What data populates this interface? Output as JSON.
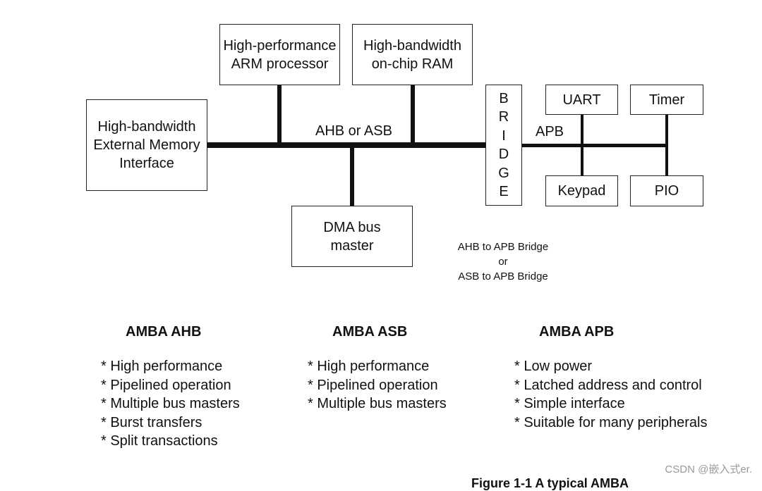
{
  "blocks": {
    "arm": "High-performance\nARM processor",
    "ram": "High-bandwidth\non-chip RAM",
    "ext_mem": "High-bandwidth\nExternal Memory\nInterface",
    "dma": "DMA bus\nmaster",
    "uart": "UART",
    "timer": "Timer",
    "keypad": "Keypad",
    "pio": "PIO",
    "bridge_letters": [
      "B",
      "R",
      "I",
      "D",
      "G",
      "E"
    ]
  },
  "bus_labels": {
    "ahb": "AHB or ASB",
    "apb": "APB"
  },
  "bridge_note": "AHB to APB Bridge\nor\nASB to APB Bridge",
  "columns": [
    {
      "title": "AMBA AHB",
      "features": [
        "* High performance",
        "* Pipelined operation",
        "* Multiple bus masters",
        "* Burst transfers",
        "* Split transactions"
      ]
    },
    {
      "title": "AMBA ASB",
      "features": [
        "* High performance",
        "* Pipelined operation",
        "* Multiple bus masters"
      ]
    },
    {
      "title": "AMBA APB",
      "features": [
        "* Low power",
        "* Latched address and control",
        "* Simple interface",
        "* Suitable for many peripherals"
      ]
    }
  ],
  "caption_fragment": "Figure 1-1 A typical AMBA",
  "watermark": "CSDN @嵌入式er."
}
